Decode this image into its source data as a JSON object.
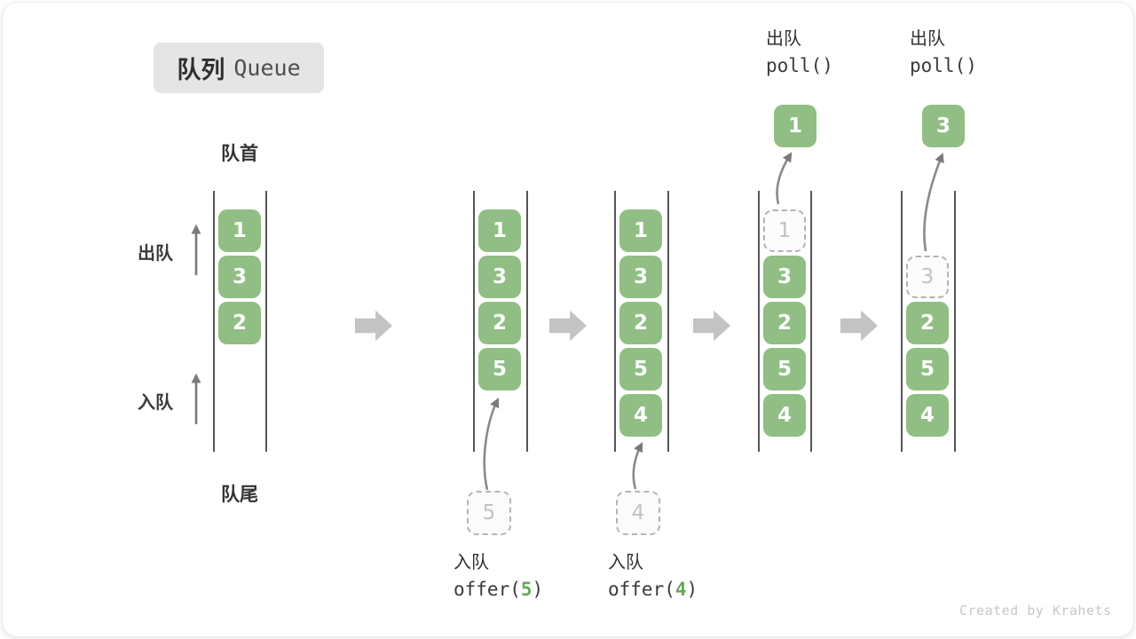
{
  "title": {
    "zh": "队列",
    "en": "Queue"
  },
  "front_label": "队首",
  "rear_label": "队尾",
  "side_labels": {
    "dequeue": "出队",
    "enqueue": "入队"
  },
  "queues": [
    {
      "cells": [
        "1",
        "3",
        "2"
      ]
    },
    {
      "cells": [
        "1",
        "3",
        "2",
        "5"
      ],
      "staged": "5"
    },
    {
      "cells": [
        "1",
        "3",
        "2",
        "5",
        "4"
      ],
      "staged": "4"
    },
    {
      "dashed": "1",
      "cells": [
        "3",
        "2",
        "5",
        "4"
      ],
      "popped": "1"
    },
    {
      "dashed": "3",
      "cells": [
        "2",
        "5",
        "4"
      ],
      "popped": "3"
    }
  ],
  "operations": {
    "enqueue_5": {
      "label": "入队",
      "code_pre": "offer(",
      "arg": "5",
      "code_post": ")"
    },
    "enqueue_4": {
      "label": "入队",
      "code_pre": "offer(",
      "arg": "4",
      "code_post": ")"
    },
    "dequeue_1": {
      "label": "出队",
      "code": "poll()"
    },
    "dequeue_3": {
      "label": "出队",
      "code": "poll()"
    }
  },
  "watermark": "Created by Krahets",
  "colors": {
    "green": "#90be84",
    "arg_green": "#67a95b",
    "block_arrow": "#c3c3c3",
    "line": "#555555",
    "dashed_border": "#b5b5b5",
    "thin_arrow": "#7a7a7a"
  }
}
